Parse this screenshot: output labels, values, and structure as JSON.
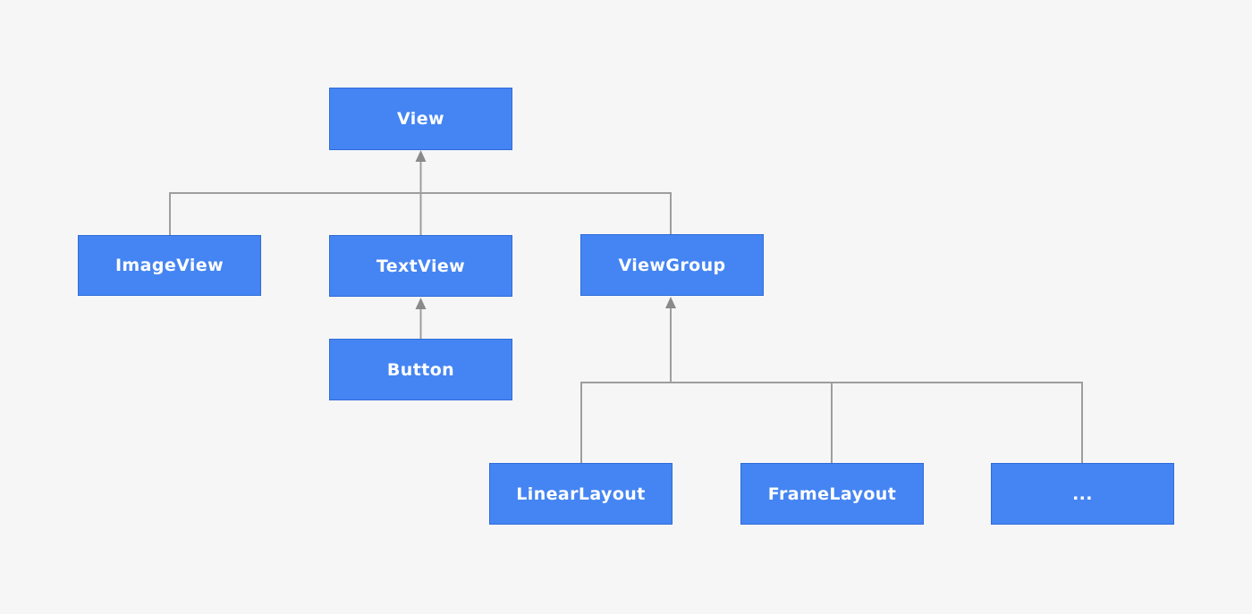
{
  "diagram": {
    "type": "class-hierarchy-tree",
    "background_color": "#f6f6f7",
    "node_fill_color": "#4585f3",
    "node_border_color": "#2f6bd9",
    "node_text_color": "#ffffff",
    "connector_color": "#9e9e9e",
    "arrowhead_color": "#8a8a8a",
    "nodes": {
      "view": {
        "label": "View"
      },
      "imageview": {
        "label": "ImageView"
      },
      "textview": {
        "label": "TextView"
      },
      "viewgroup": {
        "label": "ViewGroup"
      },
      "button": {
        "label": "Button"
      },
      "linearlayout": {
        "label": "LinearLayout"
      },
      "framelayout": {
        "label": "FrameLayout"
      },
      "more": {
        "label": "..."
      }
    },
    "edges": [
      {
        "from": "ImageView",
        "to": "View",
        "type": "inherits"
      },
      {
        "from": "TextView",
        "to": "View",
        "type": "inherits"
      },
      {
        "from": "ViewGroup",
        "to": "View",
        "type": "inherits"
      },
      {
        "from": "Button",
        "to": "TextView",
        "type": "inherits"
      },
      {
        "from": "LinearLayout",
        "to": "ViewGroup",
        "type": "inherits"
      },
      {
        "from": "FrameLayout",
        "to": "ViewGroup",
        "type": "inherits"
      },
      {
        "from": "...",
        "to": "ViewGroup",
        "type": "inherits"
      }
    ]
  }
}
